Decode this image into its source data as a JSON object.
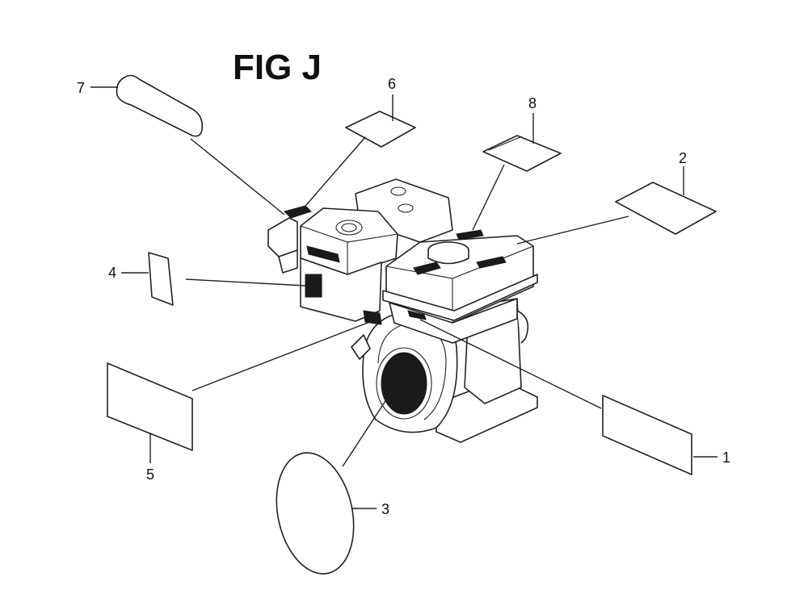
{
  "figure": {
    "title": "FIG J"
  },
  "callouts": [
    {
      "id": "1",
      "label": "1"
    },
    {
      "id": "2",
      "label": "2"
    },
    {
      "id": "3",
      "label": "3"
    },
    {
      "id": "4",
      "label": "4"
    },
    {
      "id": "5",
      "label": "5"
    },
    {
      "id": "6",
      "label": "6"
    },
    {
      "id": "7",
      "label": "7"
    },
    {
      "id": "8",
      "label": "8"
    }
  ]
}
